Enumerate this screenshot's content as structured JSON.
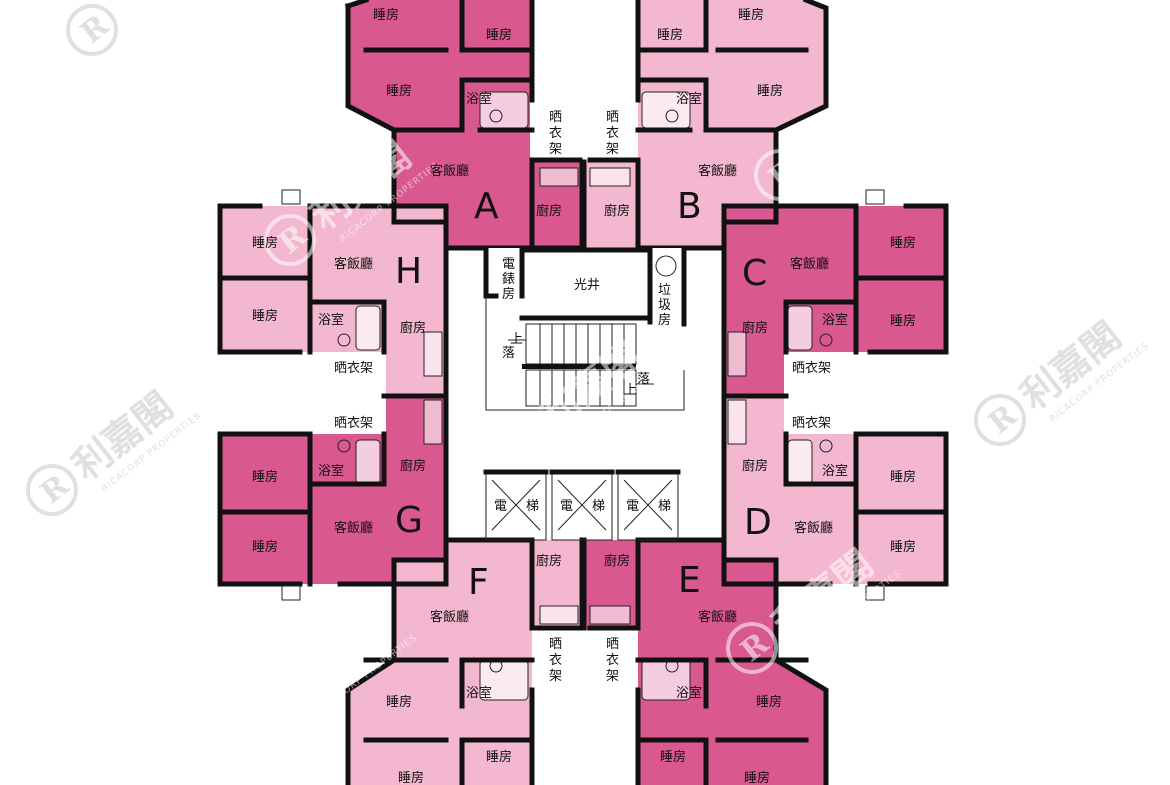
{
  "colors": {
    "dark_pink": "#d9588f",
    "light_pink": "#f3b8cf",
    "wall": "#111111",
    "background": "#ffffff"
  },
  "units": {
    "A": "A",
    "B": "B",
    "C": "C",
    "D": "D",
    "E": "E",
    "F": "F",
    "G": "G",
    "H": "H"
  },
  "rooms": {
    "bedroom": "睡房",
    "bathroom": "浴室",
    "living_dining": "客飯廳",
    "kitchen": "廚房",
    "drying_rack": "晒衣架"
  },
  "core": {
    "light_well": "光井",
    "meter_room": "電錶房",
    "refuse_room": "垃圾房",
    "up": "上",
    "down": "落",
    "lift_char_1": "電",
    "lift_char_2": "梯"
  },
  "watermark": {
    "brand_cn": "利嘉閣",
    "brand_en": "RICACORP PROPERTIES",
    "logo_letter": "R"
  }
}
